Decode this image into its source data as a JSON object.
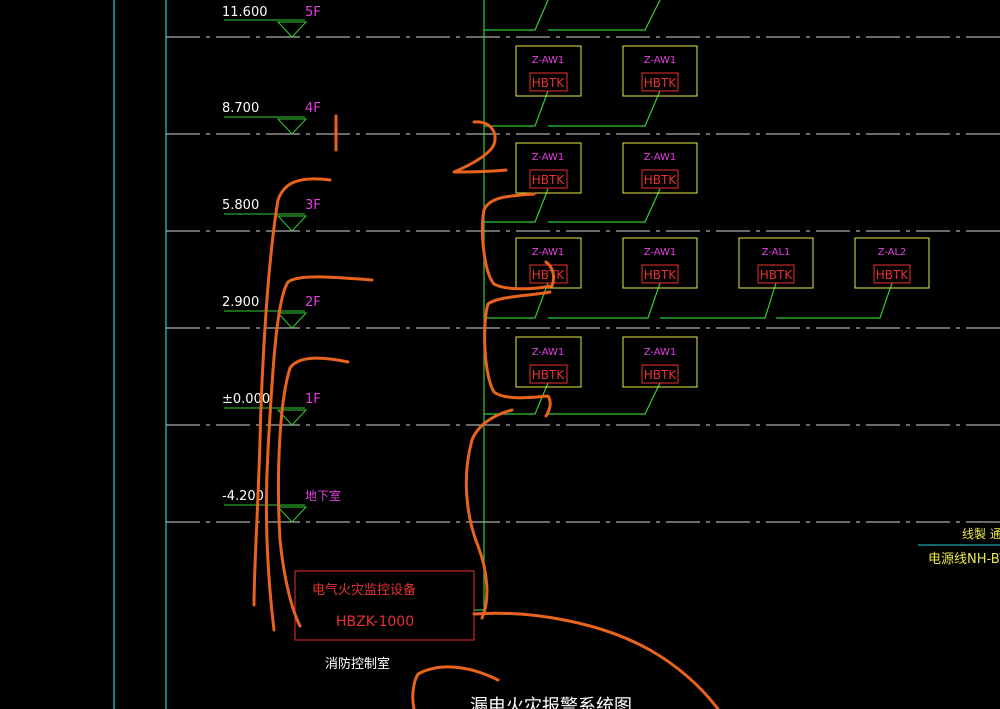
{
  "colors": {
    "background": "#000000",
    "floor_line": "#d8d8d8",
    "elevation_text": "#ffffff",
    "floor_label": "#e040e0",
    "green_wire": "#33cc33",
    "box_border": "#e8e84a",
    "box_label": "#e040e0",
    "tag_border": "#e83030",
    "tag_text": "#e83030",
    "markup": "#e8641e",
    "cyan_line": "#20d0d0",
    "legend_text": "#e8e84a",
    "main_title": "#ffffff"
  },
  "floors": [
    {
      "elevation": "11.600",
      "label": "5F"
    },
    {
      "elevation": "8.700",
      "label": "4F"
    },
    {
      "elevation": "5.800",
      "label": "3F"
    },
    {
      "elevation": "2.900",
      "label": "2F"
    },
    {
      "elevation": "±0.000",
      "label": "1F"
    },
    {
      "elevation": "-4.200",
      "label": "地下室"
    }
  ],
  "boxes": [
    {
      "label": "Z-AW1",
      "tag": "HBTK"
    },
    {
      "label": "Z-AW1",
      "tag": "HBTK"
    },
    {
      "label": "Z-AW1",
      "tag": "HBTK"
    },
    {
      "label": "Z-AW1",
      "tag": "HBTK"
    },
    {
      "label": "Z-AW1",
      "tag": "HBTK"
    },
    {
      "label": "Z-AW1",
      "tag": "HBTK"
    },
    {
      "label": "Z-AL1",
      "tag": "HBTK"
    },
    {
      "label": "Z-AL2",
      "tag": "HBTK"
    },
    {
      "label": "Z-AW1",
      "tag": "HBTK"
    },
    {
      "label": "Z-AW1",
      "tag": "HBTK"
    }
  ],
  "monitor": {
    "title": "电气火灾监控设备",
    "model": "HBZK-1000",
    "room": "消防控制室"
  },
  "legend": {
    "line1": "线製  通",
    "line2": "电源线NH-BV"
  },
  "main_title": "漏电火灾报警系统图"
}
